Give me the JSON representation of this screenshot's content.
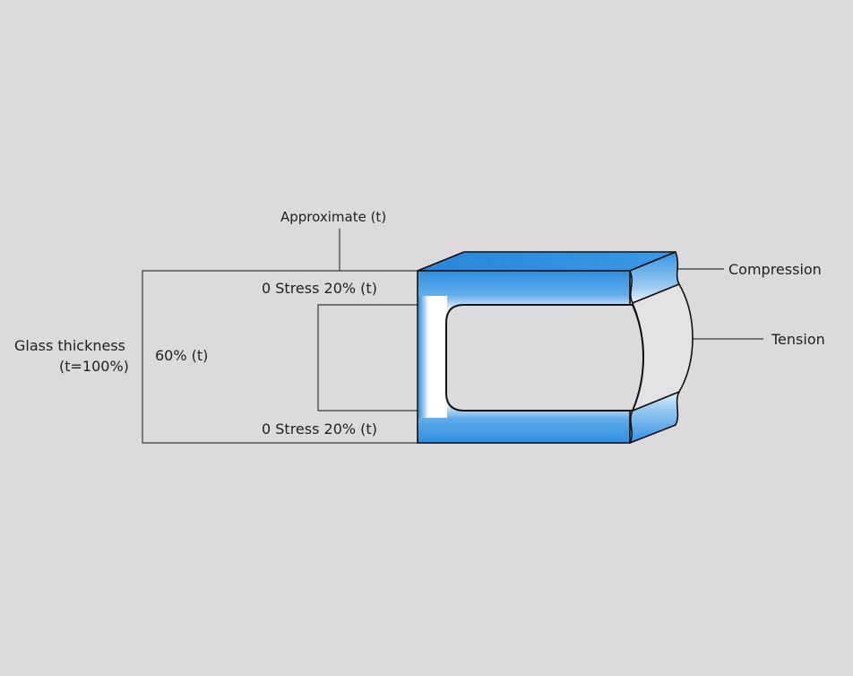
{
  "diagram": {
    "labels": {
      "approximate": "Approximate (t)",
      "stress_top": "0 Stress 20% (t)",
      "stress_bottom": "0 Stress 20% (t)",
      "sixty_percent": "60% (t)",
      "glass_thickness_line1": "Glass thickness",
      "glass_thickness_line2": "(t=100%)",
      "compression": "Compression",
      "tension": "Tension"
    },
    "colors": {
      "background": "#dcdadb",
      "compression_blue": "#2f8fe0",
      "compression_highlight": "#ffffff",
      "tension_gray": "#dcdcde",
      "outline": "#111111",
      "leader_line": "#333333"
    }
  }
}
